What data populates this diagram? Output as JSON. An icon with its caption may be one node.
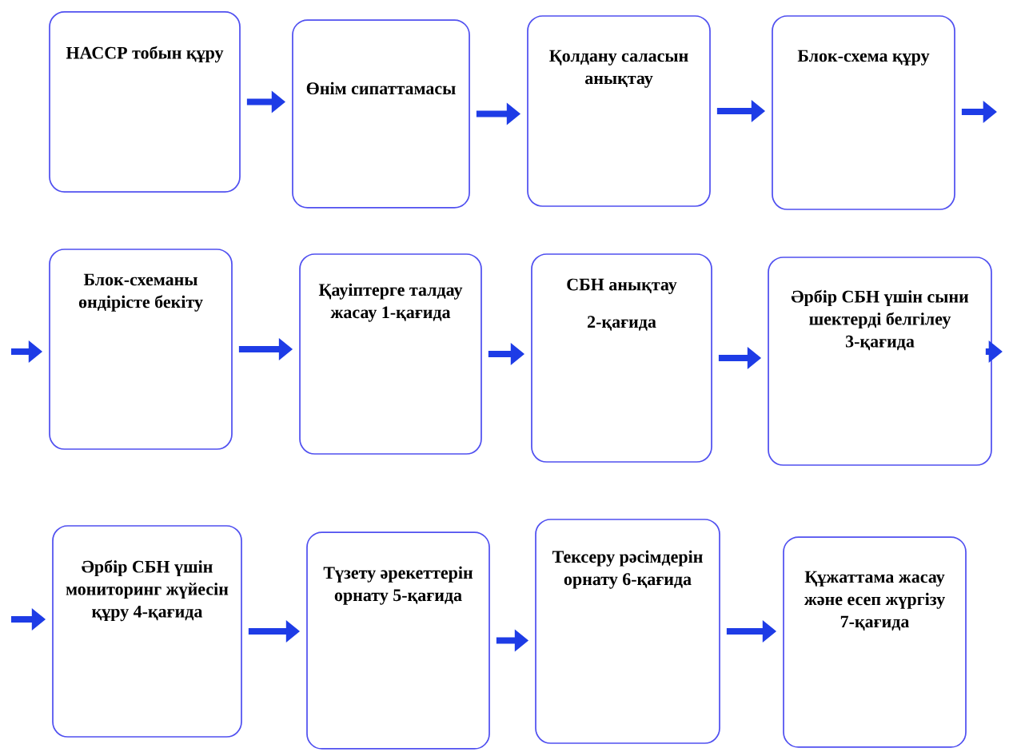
{
  "diagram": {
    "nodes": [
      {
        "text": [
          "НАССР тобын құру"
        ]
      },
      {
        "text": [
          "Өнім сипаттамасы"
        ]
      },
      {
        "text": [
          "Қолдану саласын анықтау"
        ]
      },
      {
        "text": [
          "Блок-схема құру"
        ]
      },
      {
        "text": [
          "Блок-схеманы өндірісте бекіту"
        ]
      },
      {
        "text": [
          "Қауіптерге талдау жасау 1-қағида"
        ]
      },
      {
        "text": [
          "СБН анықтау",
          "2-қағида"
        ]
      },
      {
        "text": [
          "Әрбір СБН үшін сыни шектерді белгілеу 3-қағида"
        ]
      },
      {
        "text": [
          "Әрбір СБН үшін мониторинг жүйесін құру 4-қағида"
        ]
      },
      {
        "text": [
          "Түзету әрекеттерін орнату 5-қағида"
        ]
      },
      {
        "text": [
          "Тексеру рәсімдерін орнату 6-қағида"
        ]
      },
      {
        "text": [
          "Құжаттама жасау және есеп жүргізу 7-қағида"
        ]
      }
    ],
    "edges": [
      {
        "from": 0,
        "to": 1,
        "arrow": "to"
      },
      {
        "from": 1,
        "to": 2,
        "arrow": "to"
      },
      {
        "from": 2,
        "to": 3,
        "arrow": "to"
      },
      {
        "from": 3,
        "to": null,
        "arrow": "to"
      },
      {
        "from": null,
        "to": 4,
        "arrow": "to"
      },
      {
        "from": 4,
        "to": 5,
        "arrow": "to"
      },
      {
        "from": 5,
        "to": 6,
        "arrow": "to"
      },
      {
        "from": 6,
        "to": 7,
        "arrow": "to"
      },
      {
        "from": 7,
        "to": null,
        "arrow": "to"
      },
      {
        "from": null,
        "to": 8,
        "arrow": "to"
      },
      {
        "from": 8,
        "to": 9,
        "arrow": "to"
      },
      {
        "from": 9,
        "to": 10,
        "arrow": "to"
      },
      {
        "from": 10,
        "to": 11,
        "arrow": "to"
      }
    ]
  }
}
